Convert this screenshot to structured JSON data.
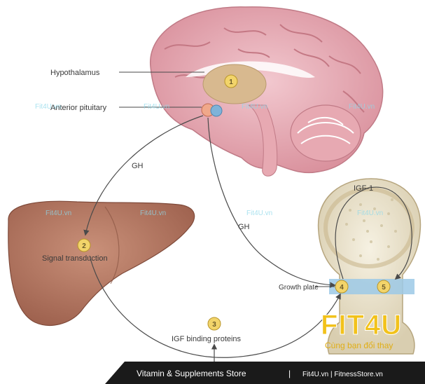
{
  "diagram": {
    "labels": {
      "hypothalamus": "Hypothalamus",
      "anterior_pituitary": "Anterior pituitary",
      "gh_left": "GH",
      "gh_right": "GH",
      "signal_transduction": "Signal transduction",
      "igf1": "IGF-1",
      "growth_plate": "Growth plate",
      "igf_binding_proteins": "IGF binding proteins"
    },
    "steps": {
      "one": "1",
      "two": "2",
      "three": "3",
      "four": "4",
      "five": "5"
    },
    "watermarks": {
      "w1": "Fit4U.vn",
      "w2": "Fit4U.vn",
      "w3": "Fit4U.vn",
      "w4": "Fit4U.vn",
      "w5": "Fit4U.vn",
      "w6": "Fit4U.vn",
      "w7": "Fit4U.vn",
      "w8": "Fit4U.vn"
    }
  },
  "brand": {
    "logo_text": "FIT4U",
    "tagline": "Cùng bạn đổi thay",
    "colors": {
      "logo_yellow": "#f2c21b",
      "footer_bg": "#1a1a1a"
    }
  },
  "footer": {
    "store": "Vitamin & Supplements Store",
    "divider": "|",
    "sites": "Fit4U.vn | FitnessStore.vn"
  }
}
